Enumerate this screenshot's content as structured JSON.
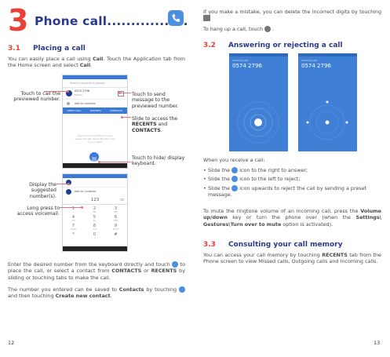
{
  "chapter": {
    "number": "3",
    "title": "Phone call................."
  },
  "section_31": {
    "number": "3.1",
    "title": "Placing a call",
    "intro": [
      "You can easily place a call using ",
      "Call",
      ". Touch the Application tab from the Home screen and select ",
      "Call",
      "."
    ],
    "callouts": {
      "call_previewed": "Touch to call the previewed number.",
      "send_message": "Touch to send message to the previewed number.",
      "slide_tabs_1": "Slide to access the ",
      "slide_tabs_2": "RECENTS",
      "slide_tabs_3": " and ",
      "slide_tabs_4": "CONTACTS",
      "slide_tabs_5": ".",
      "hide_keyboard": "Touch to hide/ display keyboard.",
      "suggested": "Display the suggested number(s).",
      "voicemail": "Long press to access voicemail."
    },
    "phone1": {
      "search_placeholder": "Search contacts & places",
      "contact_name": "0574 2796",
      "contact_sub": "Mobile",
      "add_contacts": "Add to contacts",
      "tabs": [
        "SPEED DIAL",
        "RECENTS",
        "CONTACTS"
      ],
      "empty_text": "Anyone can be added to your speed dial list. Touch the star icon on a contact"
    },
    "phone2": {
      "suggestion": "Add to Contacts",
      "number": "123",
      "keys": [
        [
          "1",
          "2",
          "3"
        ],
        [
          "4",
          "5",
          "6"
        ],
        [
          "7",
          "8",
          "9"
        ],
        [
          "*",
          "0",
          "#"
        ]
      ],
      "subs": [
        [
          "",
          "ABC",
          "DEF"
        ],
        [
          "GHI",
          "JKL",
          "MNO"
        ],
        [
          "PQRS",
          "TUV",
          "WXYZ"
        ],
        [
          "",
          "+",
          ""
        ]
      ]
    },
    "para1": [
      "Enter the desired number from the keyboard directly and touch ",
      " to place the call, or select a contact from ",
      "CONTACTS",
      " or ",
      "RECENTS",
      " by sliding or touching tabs to make the call."
    ],
    "para2": [
      "The number you entered can be saved to ",
      "Contacts",
      " by touching ",
      " and then touching ",
      "Create new contact",
      "."
    ]
  },
  "right_top": {
    "mistake": "If you make a mistake, you can delete the incorrect digits by touching",
    "hangup": "To hang up a call, touch"
  },
  "section_32": {
    "number": "3.2",
    "title": "Answering or rejecting a call",
    "screen_label": "Incoming call",
    "screen_number": "0574 2796",
    "when": "When you receive a call:",
    "bullets": [
      [
        "Slide the ",
        " icon to the right to answer;"
      ],
      [
        "Slide the ",
        " icon to the left to reject;"
      ],
      [
        "Slide the ",
        " icon upwards to reject the call by sending a preset message."
      ]
    ],
    "mute": [
      "To mute the ringtone volume of an incoming call, press the ",
      "Volume up/down",
      " key or turn the phone over (when the ",
      "Settings\\ Gestures\\Turn over to mute",
      " option is activated)."
    ]
  },
  "section_33": {
    "number": "3.3",
    "title": "Consulting your call memory",
    "text": [
      "You can access your call memory by touching ",
      "RECENTS",
      " tab from the Phone screen to view Missed calls, Outgoing calls and Incoming calls."
    ]
  },
  "page_left": "12",
  "page_right": "13",
  "colors": {
    "accent_red": "#e8413a",
    "heading_blue": "#2a3a8a",
    "icon_blue": "#4a8fe0"
  }
}
